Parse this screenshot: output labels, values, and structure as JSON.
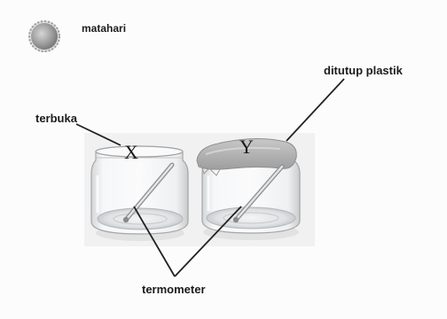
{
  "labels": {
    "sun": "matahari",
    "open": "terbuka",
    "covered": "ditutup plastik",
    "thermometer": "termometer",
    "jar_x": "X",
    "jar_y": "Y"
  },
  "colors": {
    "sun": "#8c8c8c",
    "glass_edge": "#9a9a9a",
    "plastic_cover": "#b0b0b0",
    "pointer_line": "#222222",
    "text": "#1c1c1c"
  },
  "icons": {
    "sun": "sun-icon",
    "jar_x": "glass-jar-icon",
    "jar_y": "glass-jar-icon",
    "thermometer": "thermometer-icon"
  }
}
